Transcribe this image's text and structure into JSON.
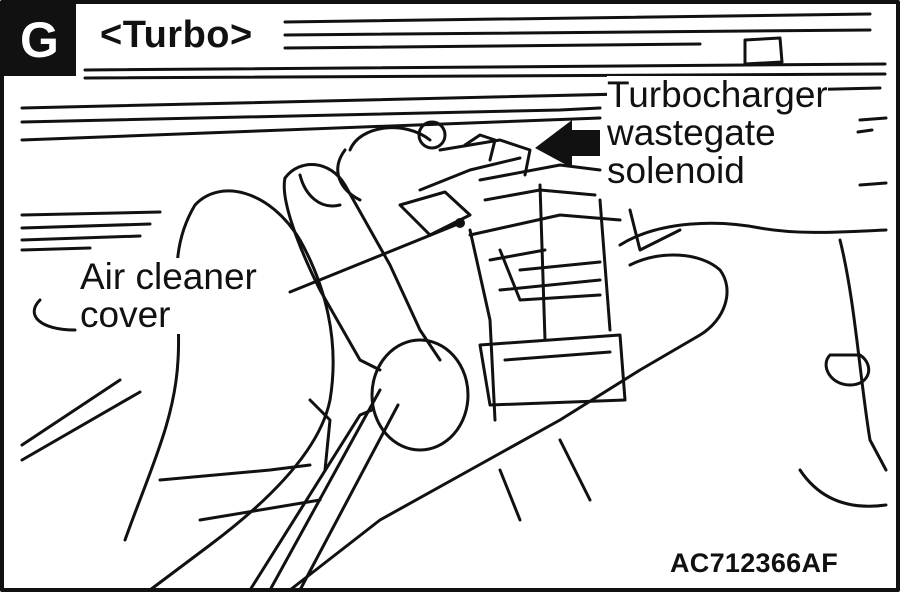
{
  "figure": {
    "section_letter": "G",
    "title": "<Turbo>",
    "callouts": {
      "right": {
        "line1": "Turbocharger",
        "line2": "wastegate",
        "line3": "solenoid"
      },
      "left": {
        "line1": "Air cleaner",
        "line2": "cover"
      }
    },
    "figure_id": "AC712366AF"
  },
  "colors": {
    "ink": "#111111",
    "paper": "#ffffff"
  }
}
